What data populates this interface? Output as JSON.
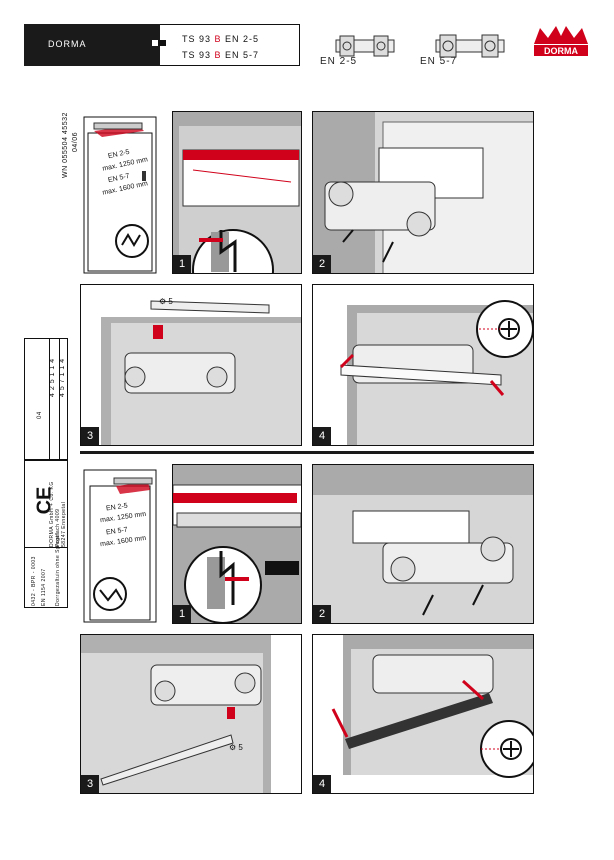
{
  "header": {
    "brand": "DORMA",
    "model_line1": {
      "prefix": "TS 93 ",
      "b": "B",
      "suffix": " EN 2-5"
    },
    "model_line2": {
      "prefix": "TS 93 ",
      "b": "B",
      "suffix": " EN 5-7"
    },
    "closer_label_left": "EN 2-5",
    "closer_label_right": "EN 5-7",
    "logo_text": "DORMA"
  },
  "side": {
    "doc_number": "WN 055504 45532",
    "doc_date": "04/06",
    "company": "DORMA GmbH + Co. KG",
    "address1": "Postfach 4009",
    "address2": "58247 Ennepetal",
    "standard": "EN 1154",
    "year": "2007",
    "spec_line": "0432 - BPR - 0003",
    "note": "Dorrgezaltuin ohne Spiegel",
    "ce": "CE",
    "table_header": "04",
    "table_row1": [
      "4",
      "2",
      "5",
      "1",
      "1",
      "4"
    ],
    "table_row2": [
      "4",
      "5",
      "7",
      "1",
      "1",
      "4"
    ]
  },
  "overview_top": {
    "en25": "EN 2-5",
    "max25": "max. 1250 mm",
    "en57": "EN 5-7",
    "max57": "max. 1600 mm"
  },
  "overview_bottom": {
    "en25": "EN 2-5",
    "max25": "max. 1250 mm",
    "en57": "EN 5-7",
    "max57": "max. 1600 mm"
  },
  "steps_top": [
    "1",
    "2",
    "3",
    "4"
  ],
  "steps_bottom": [
    "1",
    "2",
    "3",
    "4"
  ],
  "callout_top": {
    "num": "5"
  },
  "callout_bottom": {
    "num": "5"
  },
  "colors": {
    "accent": "#d0021b",
    "dark": "#1a1a1a",
    "wall": "#9a9a9a"
  }
}
